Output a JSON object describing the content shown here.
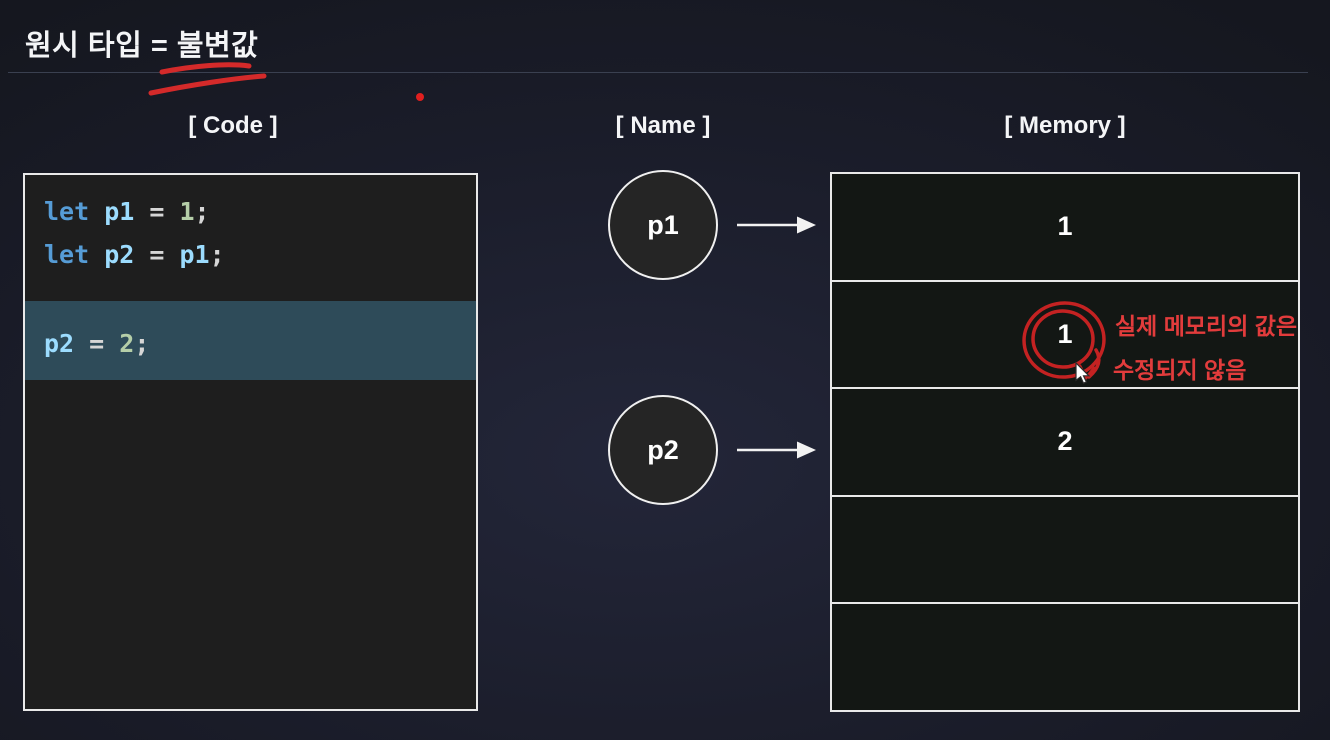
{
  "title": "원시 타입 = 불변값",
  "sections": {
    "code": {
      "label": "[ Code ]",
      "lines": [
        {
          "tokens": [
            {
              "text": "let",
              "type": "keyword"
            },
            {
              "text": " ",
              "type": "plain"
            },
            {
              "text": "p1",
              "type": "variable"
            },
            {
              "text": " = ",
              "type": "plain"
            },
            {
              "text": "1",
              "type": "number"
            },
            {
              "text": ";",
              "type": "plain"
            }
          ],
          "highlighted": false
        },
        {
          "tokens": [
            {
              "text": "let",
              "type": "keyword"
            },
            {
              "text": " ",
              "type": "plain"
            },
            {
              "text": "p2",
              "type": "variable"
            },
            {
              "text": " = ",
              "type": "plain"
            },
            {
              "text": "p1",
              "type": "variable"
            },
            {
              "text": ";",
              "type": "plain"
            }
          ],
          "highlighted": false
        },
        {
          "tokens": [
            {
              "text": "p2",
              "type": "variable"
            },
            {
              "text": " = ",
              "type": "plain"
            },
            {
              "text": "2",
              "type": "number"
            },
            {
              "text": ";",
              "type": "plain"
            }
          ],
          "highlighted": true
        }
      ]
    },
    "name": {
      "label": "[ Name ]",
      "nodes": [
        {
          "label": "p1",
          "points_to_cell": 0
        },
        {
          "label": "p2",
          "points_to_cell": 2
        }
      ]
    },
    "memory": {
      "label": "[ Memory ]",
      "cells": [
        {
          "value": "1",
          "annotated": false
        },
        {
          "value": "1",
          "annotated": true
        },
        {
          "value": "2",
          "annotated": false
        },
        {
          "value": "",
          "annotated": false
        },
        {
          "value": "",
          "annotated": false
        }
      ]
    }
  },
  "annotation": {
    "line1": "실제 메모리의 값은",
    "line2": "수정되지 않음"
  },
  "glyphs": {
    "arrow_right": "→",
    "mouse_cursor": "pointer-arrow",
    "red_circle": "hand-drawn-double-loop",
    "red_underline": "hand-drawn-double-stroke"
  },
  "colors": {
    "background": "#1a1c29",
    "text_primary": "#f4f5f7",
    "divider": "#3a4050",
    "code_background": "#1e1e1e",
    "code_highlight_row": "#2e4b59",
    "token_keyword": "#569cd6",
    "token_variable": "#9cdcfe",
    "token_number": "#b5cea8",
    "token_plain": "#d6d6d6",
    "memory_cell_background": "#131714",
    "node_fill": "#252525",
    "border_white": "#e9e9e9",
    "annotation_red": "#e23c3c",
    "scribble_red": "#d42a2a"
  }
}
